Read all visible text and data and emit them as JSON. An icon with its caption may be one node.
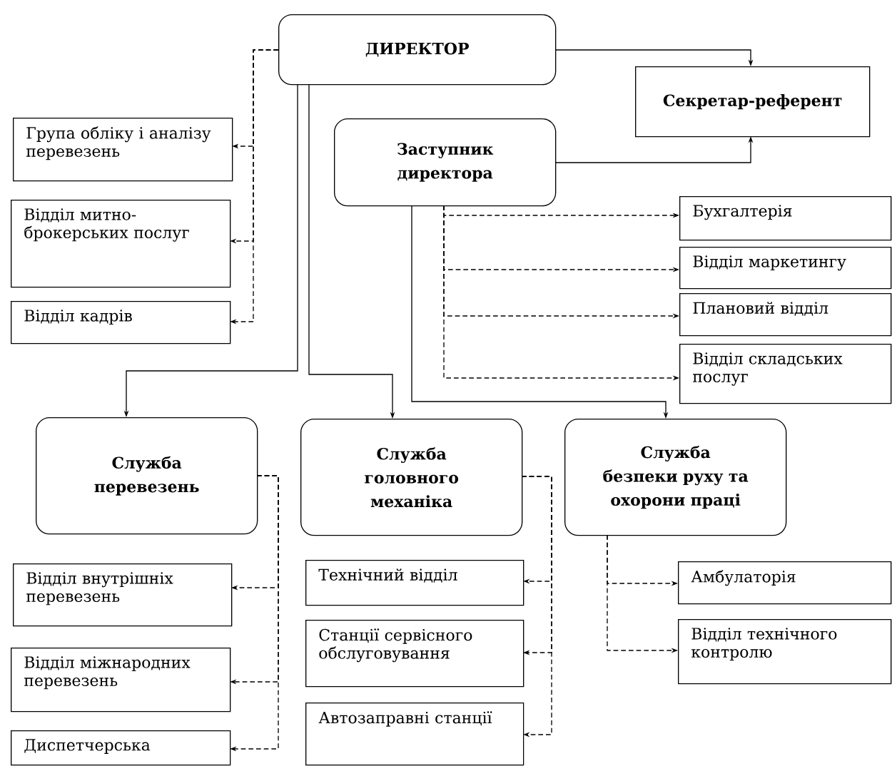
{
  "diagram": {
    "nodes": [
      {
        "text": [
          "ДИРЕКТОР"
        ]
      },
      {
        "text": [
          "Секретар-референт"
        ]
      },
      {
        "text": [
          "Заступник директора"
        ]
      },
      {
        "text": [
          "Група обліку і аналізу перевезень"
        ]
      },
      {
        "text": [
          "Відділ митно-брокерських послуг"
        ]
      },
      {
        "text": [
          "Відділ кадрів"
        ]
      },
      {
        "text": [
          "Бухгалтерія"
        ]
      },
      {
        "text": [
          "Відділ маркетингу"
        ]
      },
      {
        "text": [
          "Плановий відділ"
        ]
      },
      {
        "text": [
          "Відділ складських послуг"
        ]
      },
      {
        "text": [
          "Служба перевезень"
        ]
      },
      {
        "text": [
          "Служба головного механіка"
        ]
      },
      {
        "text": [
          "Служба безпеки руху та охорони праці"
        ]
      },
      {
        "text": [
          "Відділ внутрішніх перевезень"
        ]
      },
      {
        "text": [
          "Відділ міжнародних перевезень"
        ]
      },
      {
        "text": [
          "Диспетчерська"
        ]
      },
      {
        "text": [
          "Технічний відділ"
        ]
      },
      {
        "text": [
          "Станції сервісного обслуговування"
        ]
      },
      {
        "text": [
          "Автозаправні станції"
        ]
      },
      {
        "text": [
          "Амбулаторія"
        ]
      },
      {
        "text": [
          "Відділ технічного контролю"
        ]
      }
    ],
    "edges": [
      {
        "from": 0,
        "to": 1,
        "arrow": "to"
      },
      {
        "from": 2,
        "to": 1,
        "arrow": "to"
      },
      {
        "from": 0,
        "to": 3,
        "arrow": "to",
        "style": "dashed"
      },
      {
        "from": 0,
        "to": 4,
        "arrow": "to",
        "style": "dashed"
      },
      {
        "from": 0,
        "to": 5,
        "arrow": "to",
        "style": "dashed"
      },
      {
        "from": 0,
        "to": 10,
        "arrow": "to"
      },
      {
        "from": 0,
        "to": 11,
        "arrow": "to"
      },
      {
        "from": 2,
        "to": 6,
        "arrow": "to",
        "style": "dashed"
      },
      {
        "from": 2,
        "to": 7,
        "arrow": "to",
        "style": "dashed"
      },
      {
        "from": 2,
        "to": 8,
        "arrow": "to",
        "style": "dashed"
      },
      {
        "from": 2,
        "to": 9,
        "arrow": "to",
        "style": "dashed"
      },
      {
        "from": 2,
        "to": 12,
        "arrow": "to"
      },
      {
        "from": 10,
        "to": 13,
        "arrow": "to",
        "style": "dashed"
      },
      {
        "from": 10,
        "to": 14,
        "arrow": "to",
        "style": "dashed"
      },
      {
        "from": 10,
        "to": 15,
        "arrow": "to",
        "style": "dashed"
      },
      {
        "from": 11,
        "to": 16,
        "arrow": "to",
        "style": "dashed"
      },
      {
        "from": 11,
        "to": 17,
        "arrow": "to",
        "style": "dashed"
      },
      {
        "from": 11,
        "to": 18,
        "arrow": "to",
        "style": "dashed"
      },
      {
        "from": 12,
        "to": 19,
        "arrow": "to",
        "style": "dashed"
      },
      {
        "from": 12,
        "to": 20,
        "arrow": "to",
        "style": "dashed"
      }
    ]
  }
}
